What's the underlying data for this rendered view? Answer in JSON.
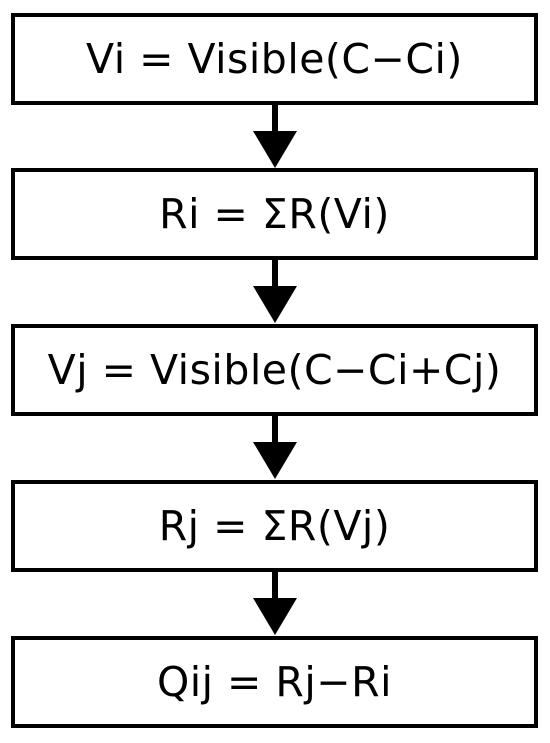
{
  "flowchart": {
    "steps": [
      {
        "label": "Vi = Visible(C−Ci)"
      },
      {
        "label": "Ri = ΣR(Vi)"
      },
      {
        "label": "Vj = Visible(C−Ci+Cj)"
      },
      {
        "label": "Rj = ΣR(Vj)"
      },
      {
        "label": "Qij = Rj−Ri"
      }
    ]
  },
  "colors": {
    "stroke": "#000000",
    "background": "#ffffff"
  }
}
